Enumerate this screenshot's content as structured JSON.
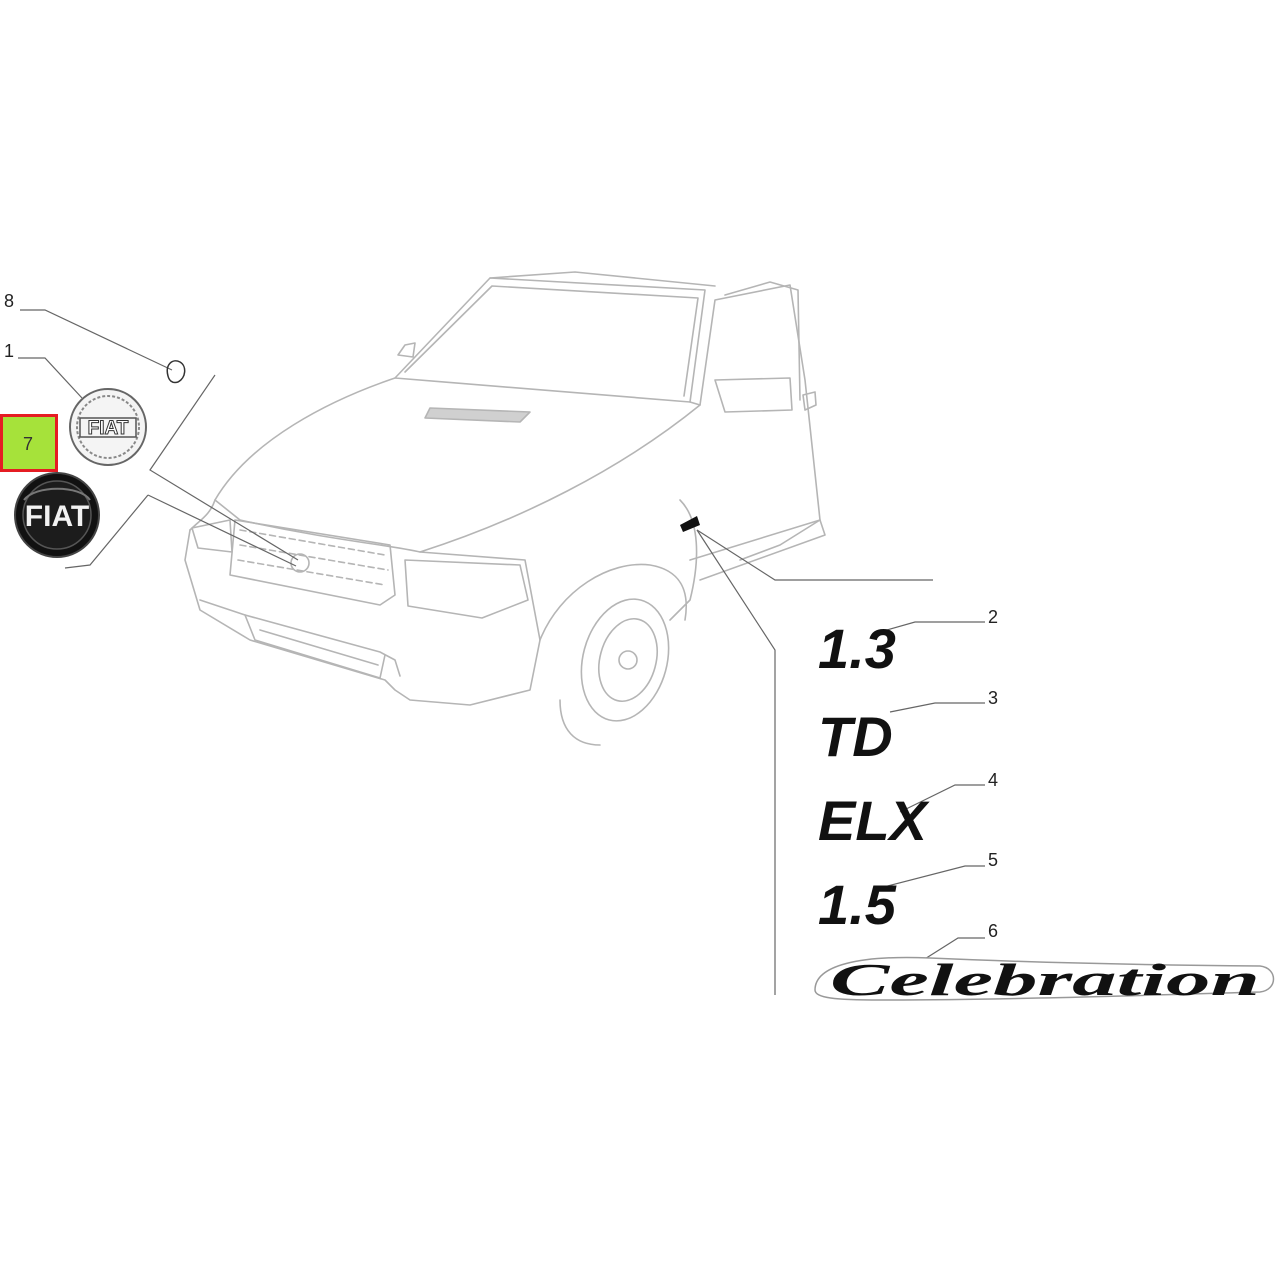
{
  "callouts": {
    "n1": "1",
    "n2": "2",
    "n3": "3",
    "n4": "4",
    "n5": "5",
    "n6": "6",
    "n7": "7",
    "n8": "8"
  },
  "parts": {
    "emblem_chrome": "FIAT",
    "emblem_black": "FIAT",
    "badge_13": "1.3",
    "badge_td": "TD",
    "badge_elx": "ELX",
    "badge_15": "1.5",
    "badge_celebration": "Celebration"
  },
  "colors": {
    "highlight_fill": "#a6e23a",
    "highlight_border": "#e51c23",
    "car_line": "#b5b5b5",
    "leader_line": "#666666"
  }
}
